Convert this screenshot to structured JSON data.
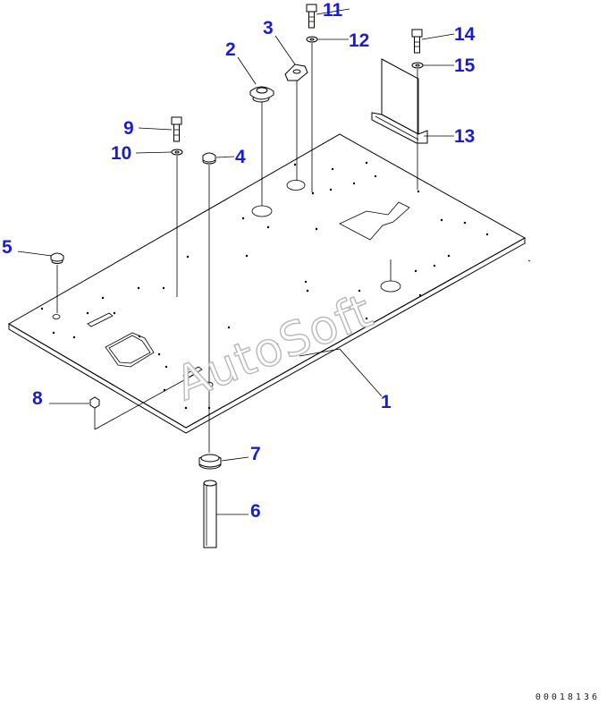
{
  "diagram": {
    "watermark": "AutoSoft",
    "document_number": "00018136",
    "callouts": [
      {
        "id": "1",
        "label": "1"
      },
      {
        "id": "2",
        "label": "2"
      },
      {
        "id": "3",
        "label": "3"
      },
      {
        "id": "4",
        "label": "4"
      },
      {
        "id": "5",
        "label": "5"
      },
      {
        "id": "6",
        "label": "6"
      },
      {
        "id": "7",
        "label": "7"
      },
      {
        "id": "8",
        "label": "8"
      },
      {
        "id": "9",
        "label": "9"
      },
      {
        "id": "10",
        "label": "10"
      },
      {
        "id": "11",
        "label": "11"
      },
      {
        "id": "12",
        "label": "12"
      },
      {
        "id": "13",
        "label": "13"
      },
      {
        "id": "14",
        "label": "14"
      },
      {
        "id": "15",
        "label": "15"
      }
    ],
    "colors": {
      "callout": "#1c1ccf",
      "line": "#000000",
      "watermark_outline": "#b8b8b8"
    }
  }
}
